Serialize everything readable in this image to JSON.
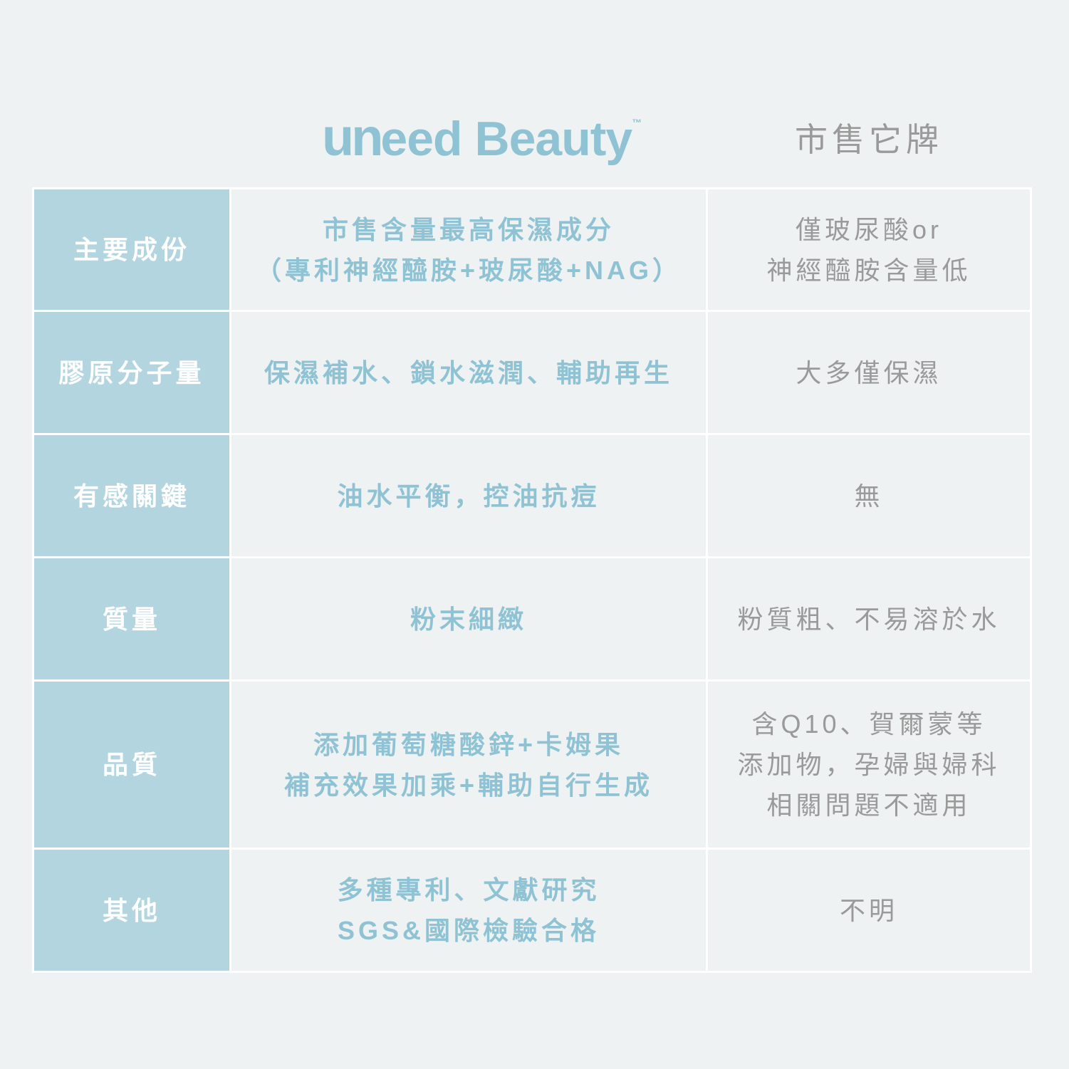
{
  "header": {
    "brand_prefix": "un",
    "brand_rest": "eed Beauty",
    "trademark": "™",
    "competitor": "市售它牌"
  },
  "rows": [
    {
      "label": "主要成份",
      "uneed": [
        "市售含量最高保濕成分",
        "（專利神經醯胺+玻尿酸+NAG）"
      ],
      "other": [
        "僅玻尿酸or",
        "神經醯胺含量低"
      ]
    },
    {
      "label": "膠原分子量",
      "uneed": [
        "保濕補水、鎖水滋潤、輔助再生"
      ],
      "other": [
        "大多僅保濕"
      ]
    },
    {
      "label": "有感關鍵",
      "uneed": [
        "油水平衡，控油抗痘"
      ],
      "other": [
        "無"
      ]
    },
    {
      "label": "質量",
      "uneed": [
        "粉末細緻"
      ],
      "other": [
        "粉質粗、不易溶於水"
      ]
    },
    {
      "label": "品質",
      "uneed": [
        "添加葡萄糖酸鋅+卡姆果",
        "補充效果加乘+輔助自行生成"
      ],
      "other": [
        "含Q10、賀爾蒙等",
        "添加物，孕婦與婦科",
        "相關問題不適用"
      ]
    },
    {
      "label": "其他",
      "uneed": [
        "多種專利、文獻研究",
        "SGS&國際檢驗合格"
      ],
      "other": [
        "不明"
      ]
    }
  ]
}
